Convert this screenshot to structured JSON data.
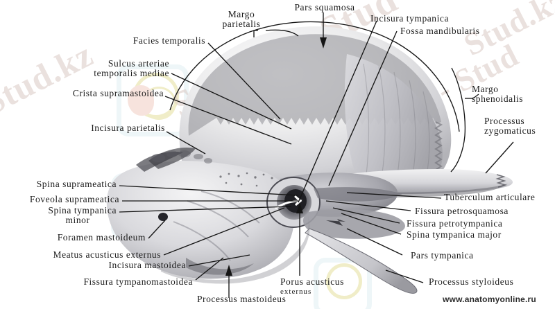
{
  "figure": {
    "title": "Os temporale, lateral view (anatomical plate)",
    "subject": "temporal-bone",
    "bone_color": "#cfcfd2",
    "line_color": "#1a1a1a",
    "background": "#ffffff"
  },
  "watermarks": {
    "site_footer": "www.anatomyonline.ru",
    "diagonal": [
      {
        "text": "Stud.kz - Stud",
        "color": "#d9c9c4"
      },
      {
        "text": "Stud.kz - Stud",
        "color": "#d9c9c4"
      },
      {
        "text": "Stud.kz - Stud",
        "color": "#d9c9c4"
      },
      {
        "text": "Stud.kz",
        "color": "#d9c9c4"
      },
      {
        "text": "Stud.kz",
        "color": "#d9c9c4"
      }
    ]
  },
  "labels": {
    "top": [
      {
        "id": "pars-squamosa",
        "line1": "Pars squamosa",
        "line2": ""
      },
      {
        "id": "margo-parietalis",
        "line1": "Margo",
        "line2": "parietalis"
      },
      {
        "id": "incisura-tympanica",
        "line1": "Incisura tympanica",
        "line2": ""
      },
      {
        "id": "fossa-mandibularis",
        "line1": "Fossa mandibularis",
        "line2": ""
      }
    ],
    "left": [
      {
        "id": "facies-temporalis",
        "line1": "Facies temporalis",
        "line2": ""
      },
      {
        "id": "sulcus-arteriae-temporalis-mediae",
        "line1": "Sulcus arteriae",
        "line2": "temporalis mediae"
      },
      {
        "id": "crista-supramastoidea",
        "line1": "Crista supramastoidea",
        "line2": ""
      },
      {
        "id": "incisura-parietalis",
        "line1": "Incisura parietalis",
        "line2": ""
      },
      {
        "id": "spina-suprameatica",
        "line1": "Spina suprameatica",
        "line2": ""
      },
      {
        "id": "foveola-suprameatica",
        "line1": "Foveola suprameatica",
        "line2": ""
      },
      {
        "id": "spina-tympanica-minor",
        "line1": "Spina tympanica",
        "line2": "minor"
      },
      {
        "id": "foramen-mastoideum",
        "line1": "Foramen mastoideum",
        "line2": ""
      },
      {
        "id": "meatus-acusticus-externus",
        "line1": "Meatus acusticus externus",
        "line2": ""
      },
      {
        "id": "incisura-mastoidea",
        "line1": "Incisura mastoidea",
        "line2": ""
      },
      {
        "id": "fissura-tympanomastoidea",
        "line1": "Fissura tympanomastoidea",
        "line2": ""
      }
    ],
    "right": [
      {
        "id": "margo-sphenoidalis",
        "line1": "Margo",
        "line2": "sphenoidalis"
      },
      {
        "id": "processus-zygomaticus",
        "line1": "Processus",
        "line2": "zygomaticus"
      },
      {
        "id": "tuberculum-articulare",
        "line1": "Tuberculum articulare",
        "line2": ""
      },
      {
        "id": "fissura-petrosquamosa",
        "line1": "Fissura petrosquamosa",
        "line2": ""
      },
      {
        "id": "fissura-petrotympanica",
        "line1": "Fissura petrotympanica",
        "line2": ""
      },
      {
        "id": "spina-tympanica-major",
        "line1": "Spina tympanica major",
        "line2": ""
      },
      {
        "id": "pars-tympanica",
        "line1": "Pars tympanica",
        "line2": ""
      },
      {
        "id": "processus-styloideus",
        "line1": "Processus styloideus",
        "line2": ""
      }
    ],
    "bottom": [
      {
        "id": "porus-acusticus-externus",
        "line1": "Porus acusticus",
        "line2": "externus"
      },
      {
        "id": "processus-mastoideus",
        "line1": "Processus mastoideus",
        "line2": ""
      }
    ]
  }
}
